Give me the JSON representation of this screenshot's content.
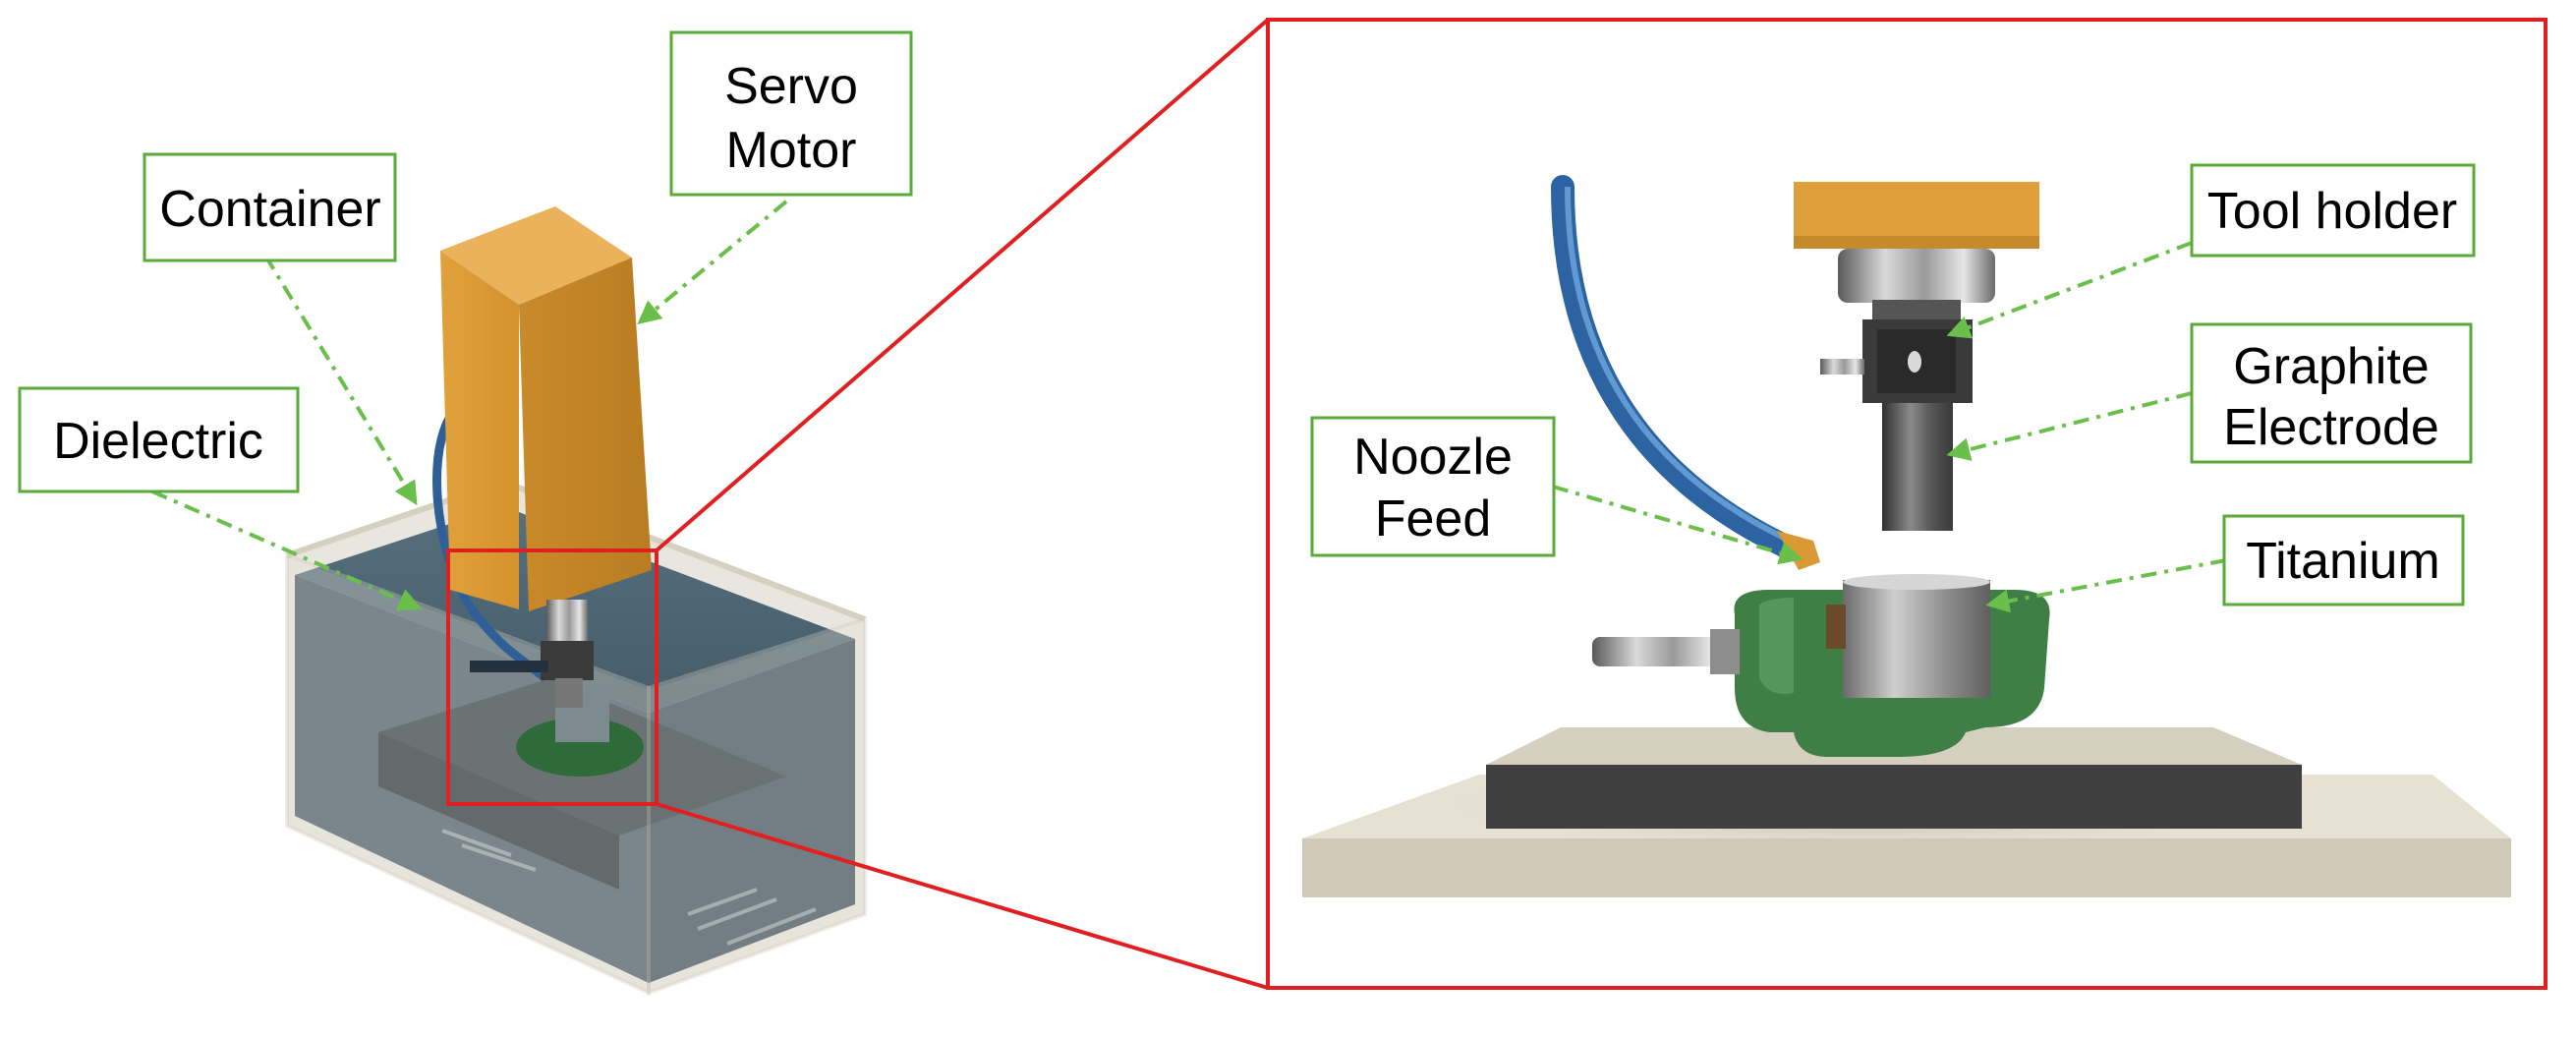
{
  "labels": {
    "servo_motor": [
      "Servo",
      "Motor"
    ],
    "container": "Container",
    "dielectric": "Dielectric",
    "tool_holder": "Tool holder",
    "graphite_electrode": [
      "Graphite",
      "Electrode"
    ],
    "noozle_feed": [
      "Noozle",
      "Feed"
    ],
    "titanium": "Titanium"
  },
  "colors": {
    "label_border": "#5aab3a",
    "arrow": "#6abf4b",
    "zoom_box": "#e02020",
    "motor_block": "#e3a53e",
    "dielectric_fluid": "#3b5566",
    "fixture_green": "#3f7f46",
    "base_plate": "#d8d2c2",
    "work_table": "#3e3e3e",
    "hose": "#2f73b5"
  }
}
